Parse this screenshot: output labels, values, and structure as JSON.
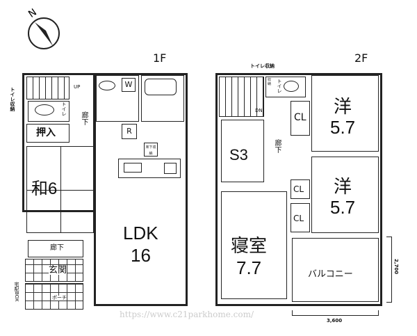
{
  "floor1": {
    "title": "1F",
    "rooms": {
      "up": "UP",
      "toilet": "トイレ",
      "toilet_storage": "トイレ収納",
      "hallway_upper": "廊下",
      "closet": "押入",
      "washer": "W",
      "fridge": "R",
      "underfloor_storage": "床下収納",
      "japanese_room": "和6",
      "ldk_name": "LDK",
      "ldk_size": "16",
      "hallway_lower": "廊下",
      "entrance": "玄関",
      "porch": "ポーチ",
      "delivery_box": "宅配BOX"
    }
  },
  "floor2": {
    "title": "2F",
    "rooms": {
      "dn": "DN",
      "toilet": "トイレ",
      "toilet_storage": "トイレ収納",
      "storage": "収納",
      "west_room_1_name": "洋",
      "west_room_1_size": "5.7",
      "west_room_2_name": "洋",
      "west_room_2_size": "5.7",
      "closet_1": "CL",
      "closet_2": "CL",
      "closet_3": "CL",
      "storage_room": "S3",
      "hallway": "廊下",
      "bedroom_name": "寝室",
      "bedroom_size": "7.7",
      "balcony": "バルコニー"
    },
    "dimensions": {
      "balcony_depth": "2,700",
      "balcony_width": "3,600"
    }
  },
  "watermark": "https://www.c21parkhome.com/"
}
